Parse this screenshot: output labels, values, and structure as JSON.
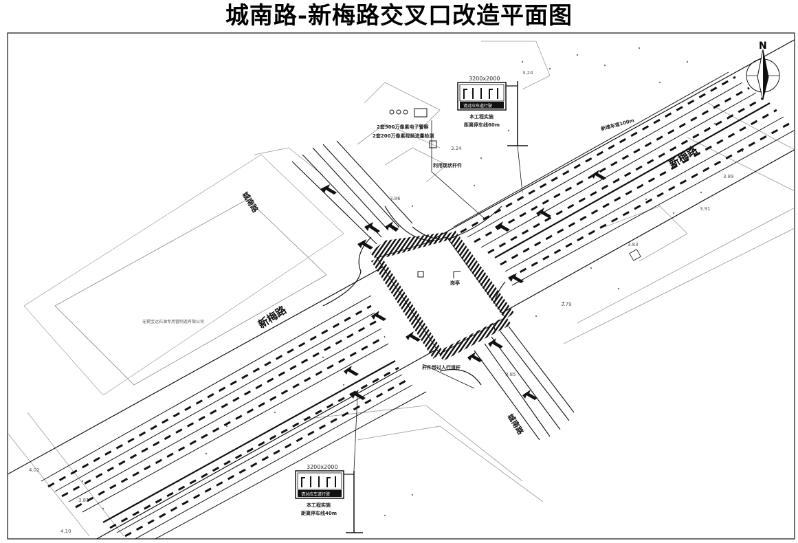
{
  "title": "城南路-新梅路交叉口改造平面图",
  "road_labels": {
    "xinmei_ne": "新梅路",
    "xinmei_sw": "新梅路",
    "chengnan_n": "城南路",
    "chengnan_s": "城南路"
  },
  "sign_top": {
    "size": "3200x2000",
    "text": "请对应车道行驶",
    "note1": "本工程实施",
    "note2": "距离停车线60m"
  },
  "sign_bottom": {
    "size": "3200x2000",
    "text": "请对应车道行驶",
    "note1": "本工程实施",
    "note2": "距离停车线40m"
  },
  "annotations": {
    "camera1": "2套900万像素电子警察",
    "camera2": "2套200万像素视频流量检测",
    "pole": "利用现状杆件",
    "guard": "岗亭",
    "ped_signal": "杆件带过人行道杆",
    "ne_lane": "新增车道100m",
    "company": "无锡宝达石油专用管制造有限公司"
  },
  "elevations": {
    "e324a": "3.24",
    "e324b": "3.24",
    "e386": "3.86",
    "e389": "3.89",
    "e391": "3.91",
    "e383": "3.83",
    "e379": "3.79",
    "e381": "3.81",
    "e410": "4.10",
    "e402": "4.02",
    "e385": "3.85"
  },
  "north": "N"
}
